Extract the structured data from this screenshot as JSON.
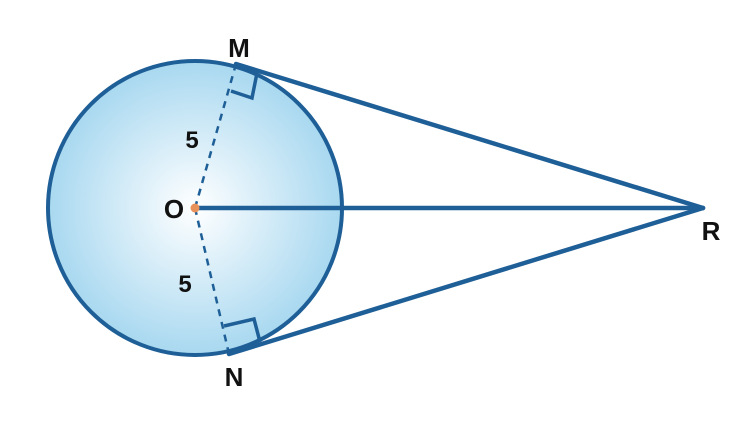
{
  "points": {
    "center": "O",
    "tangent_point_top": "M",
    "tangent_point_bottom": "N",
    "external_point": "R"
  },
  "radius_labels": {
    "om": "5",
    "on": "5"
  },
  "colors": {
    "stroke": "#1f5f97",
    "fill_center": "#ffffff",
    "fill_edge": "#a8d8f0",
    "center_dot": "#e8915a"
  }
}
